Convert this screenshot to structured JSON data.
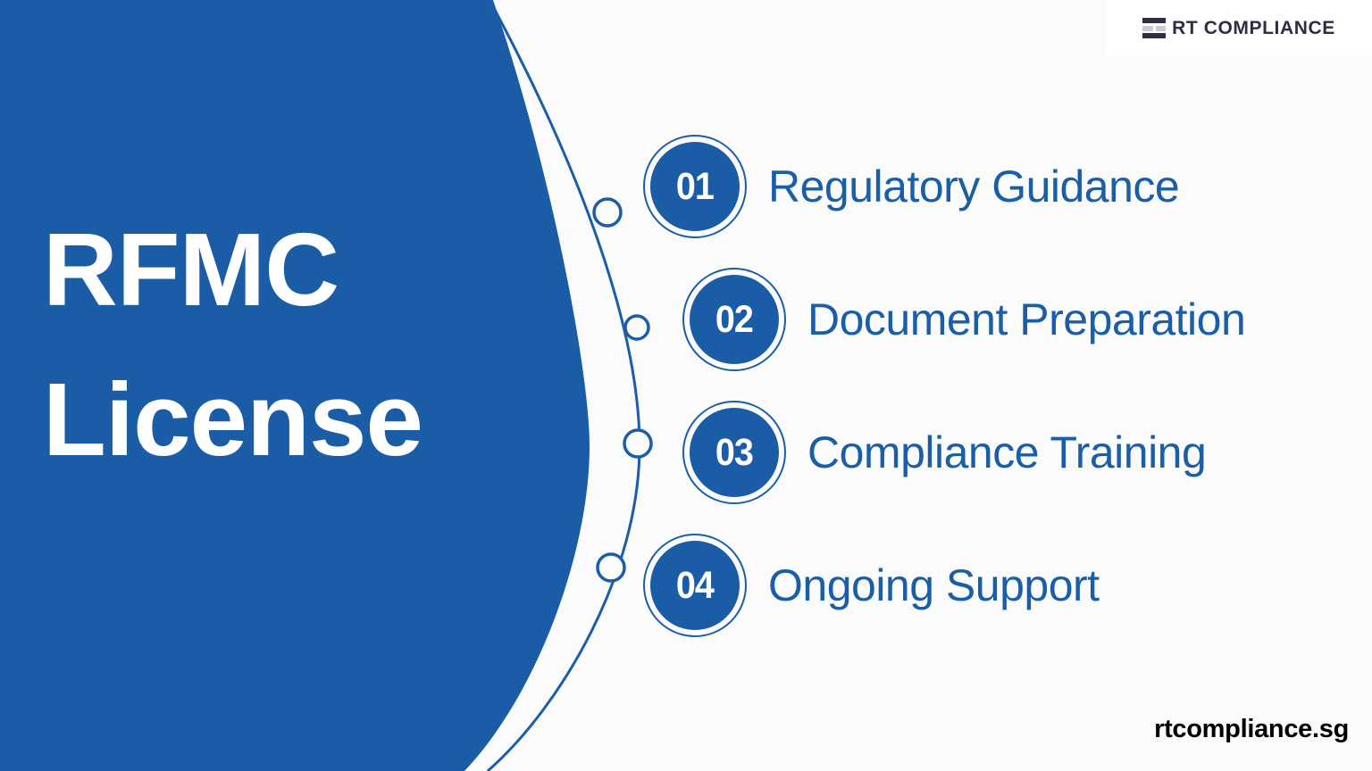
{
  "brand": {
    "logo_text": "RT COMPLIANCE",
    "mark_name": "rt-compliance-bars-logo"
  },
  "headline": {
    "line1": "RFMC",
    "line2": "License"
  },
  "steps": [
    {
      "number": "01",
      "label": "Regulatory Guidance"
    },
    {
      "number": "02",
      "label": "Document Preparation"
    },
    {
      "number": "03",
      "label": "Compliance Training"
    },
    {
      "number": "04",
      "label": "Ongoing Support"
    }
  ],
  "footer": {
    "site_url": "rtcompliance.sg"
  },
  "colors": {
    "panel_blue": "#1a5ca5",
    "accent_blue": "#1b5ea8",
    "background": "#fbfbfc",
    "logo_navy": "#2d2d45",
    "logo_grey": "#c9cad6",
    "white": "#ffffff"
  }
}
